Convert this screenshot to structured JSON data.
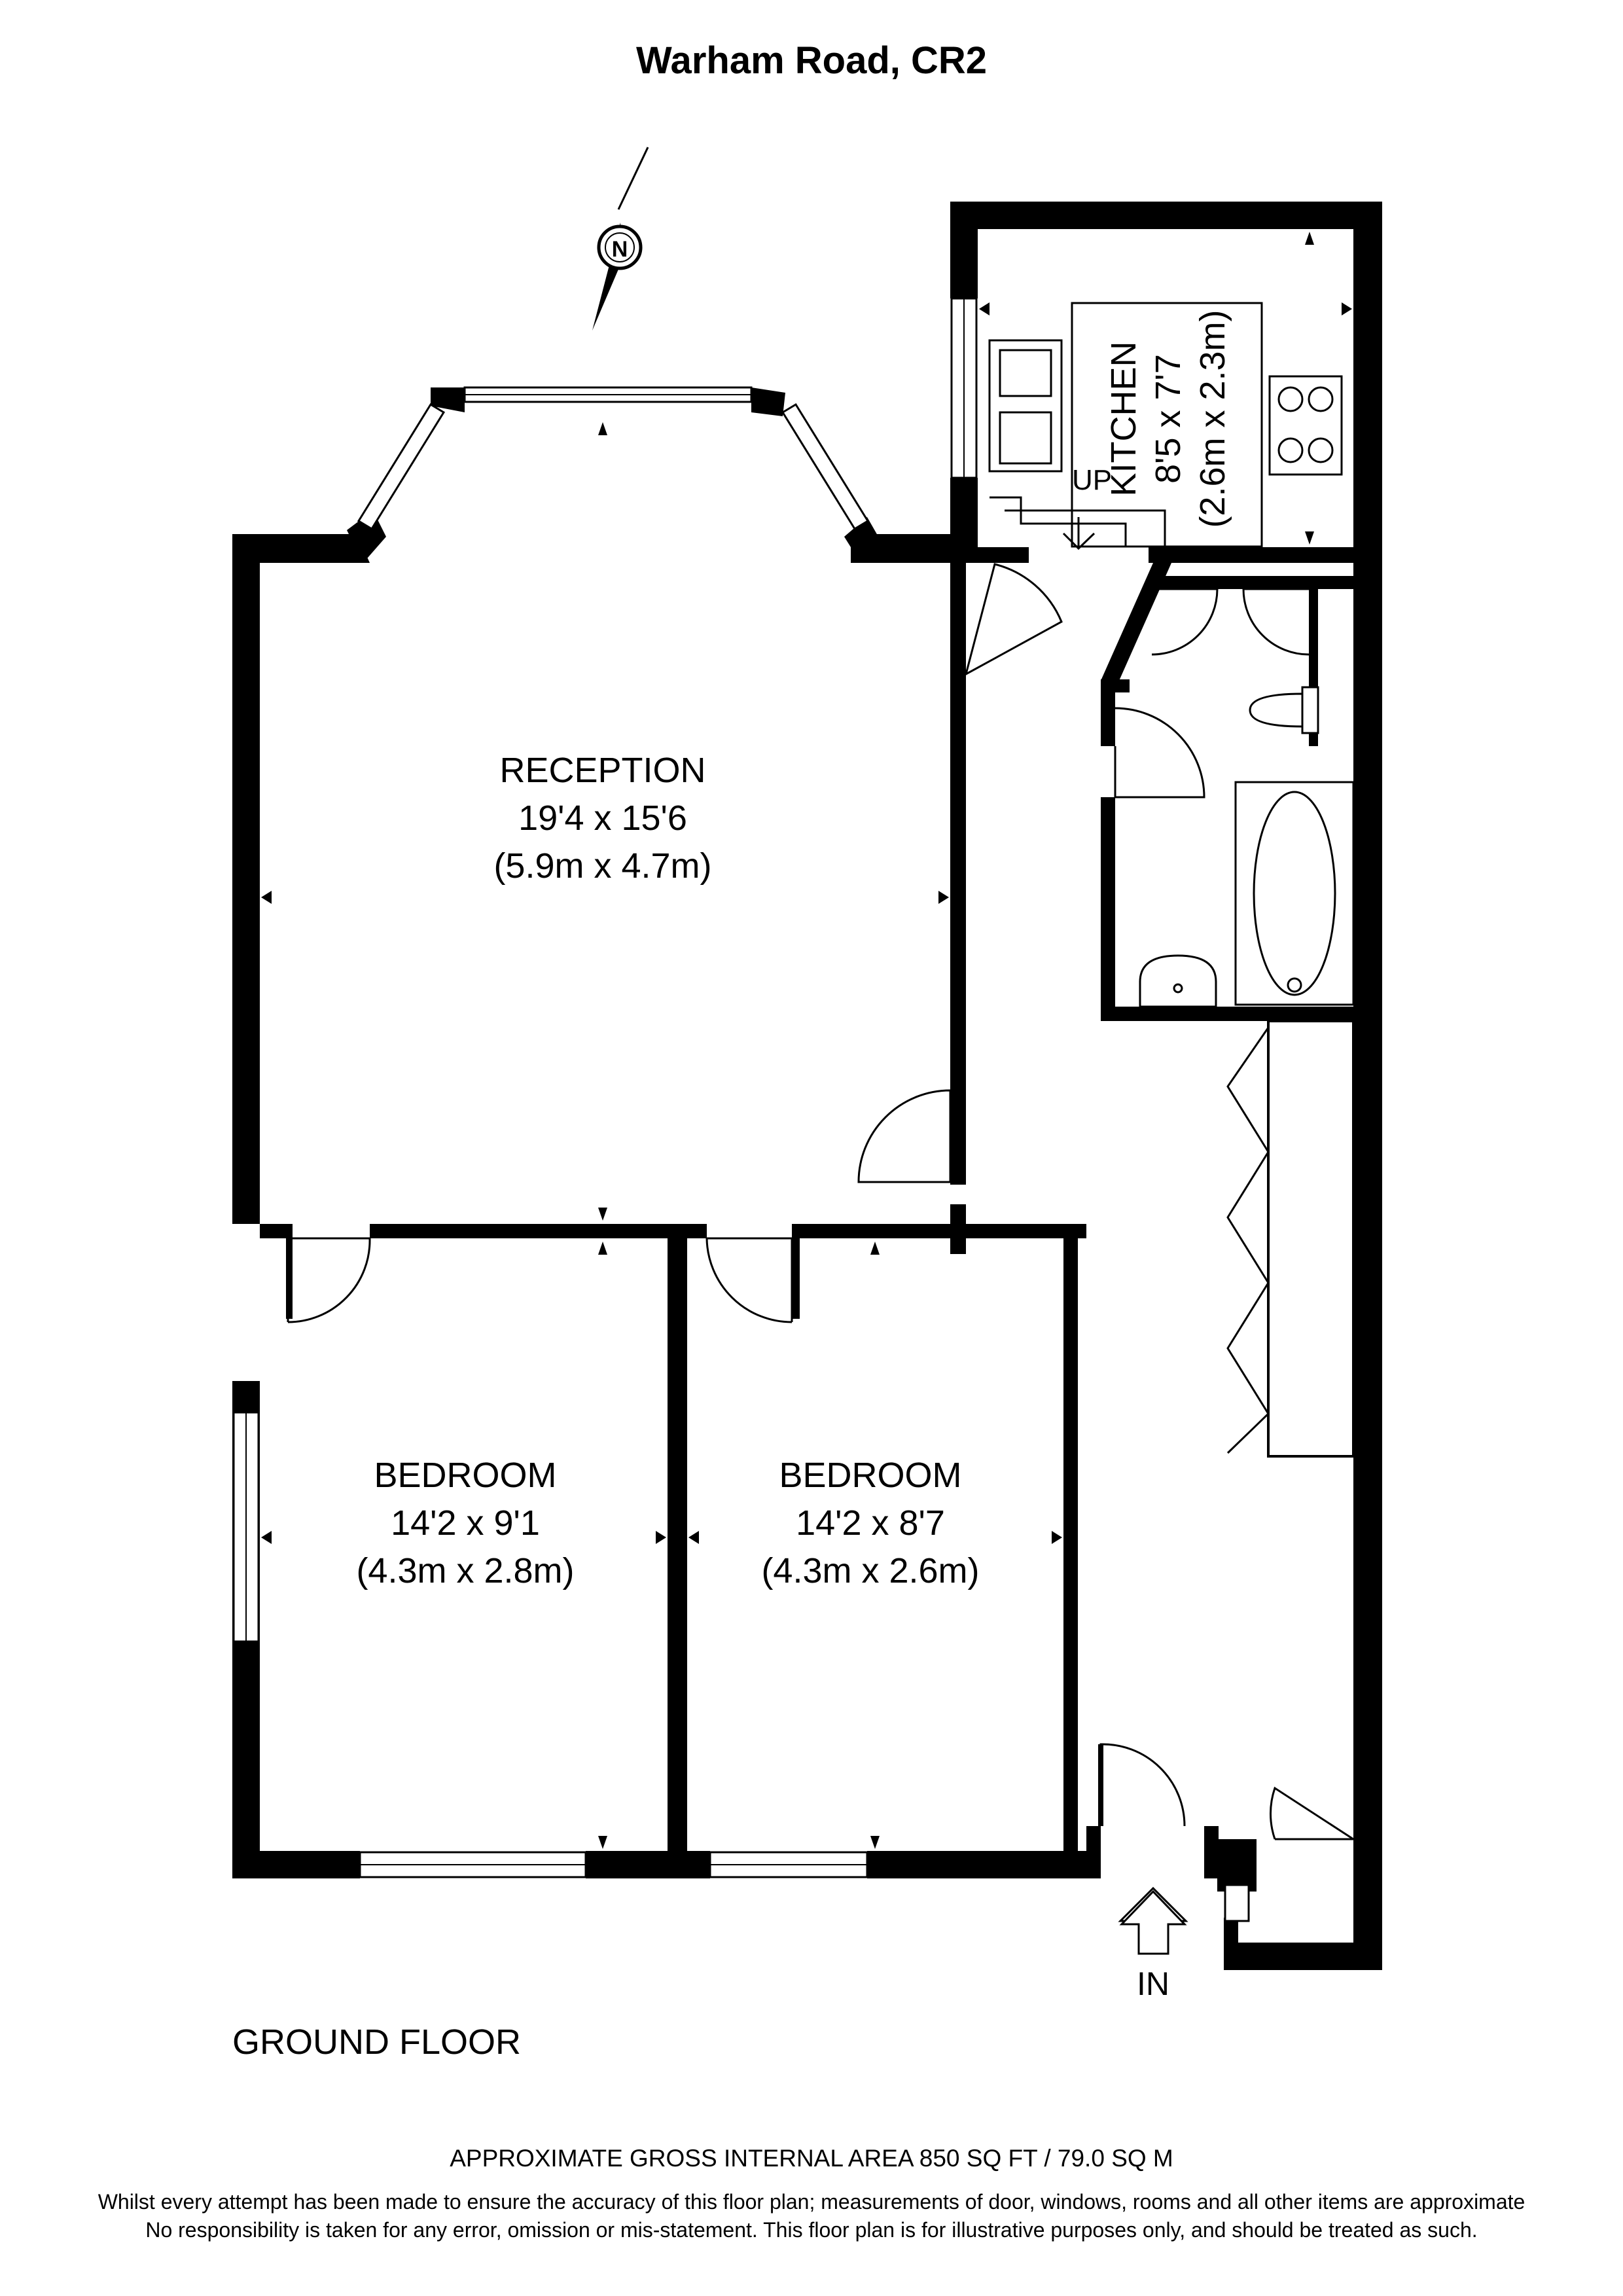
{
  "title": "Warham Road, CR2",
  "compass": {
    "label": "N"
  },
  "rooms": {
    "reception": {
      "name": "RECEPTION",
      "imperial": "19'4 x 15'6",
      "metric": "(5.9m x 4.7m)"
    },
    "kitchen": {
      "name": "KITCHEN",
      "imperial": "8'5 x 7'7",
      "metric": "(2.6m x 2.3m)"
    },
    "bedroom1": {
      "name": "BEDROOM",
      "imperial": "14'2 x 9'1",
      "metric": "(4.3m x 2.8m)"
    },
    "bedroom2": {
      "name": "BEDROOM",
      "imperial": "14'2 x 8'7",
      "metric": "(4.3m x 2.6m)"
    }
  },
  "labels": {
    "up": "UP",
    "entrance": "IN"
  },
  "floor_name": "GROUND FLOOR",
  "area": "APPROXIMATE GROSS INTERNAL AREA 850 SQ FT / 79.0 SQ M",
  "disclaimer": {
    "line1": "Whilst every attempt has been made to ensure the accuracy of this floor plan; measurements of door, windows, rooms and all other items are approximate",
    "line2": "No responsibility is taken for any error, omission or mis-statement. This floor plan is for illustrative purposes only, and should be treated as such."
  }
}
